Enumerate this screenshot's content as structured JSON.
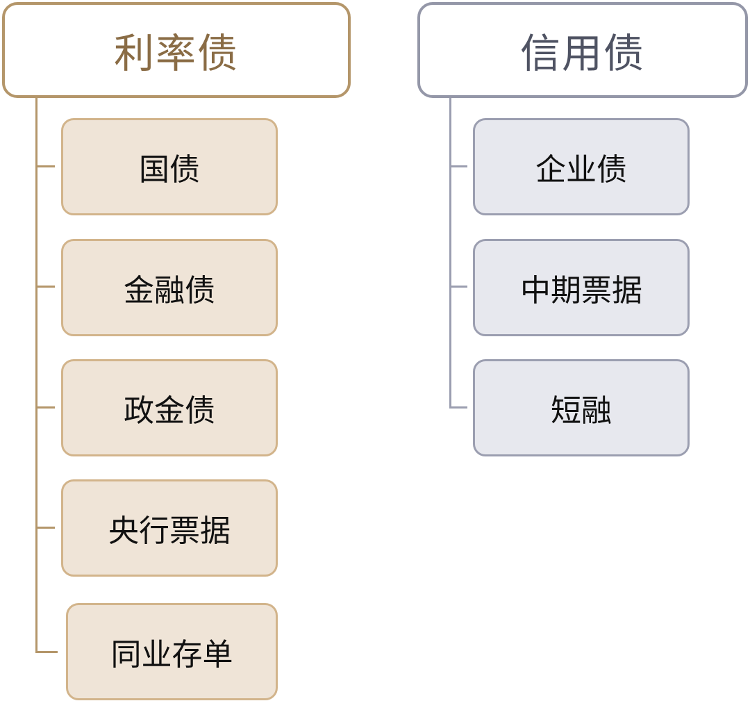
{
  "rate_bonds": {
    "title": "利率债",
    "items": [
      "国债",
      "金融债",
      "政金债",
      "央行票据",
      "同业存单"
    ]
  },
  "credit_bonds": {
    "title": "信用债",
    "items": [
      "企业债",
      "中期票据",
      "短融"
    ]
  },
  "colors": {
    "rate_border": "#b4966a",
    "rate_title": "#8a6c45",
    "rate_fill": "#efe4d7",
    "credit_border": "#9497a8",
    "credit_title": "#4f5363",
    "credit_fill": "#e7e8ee"
  }
}
